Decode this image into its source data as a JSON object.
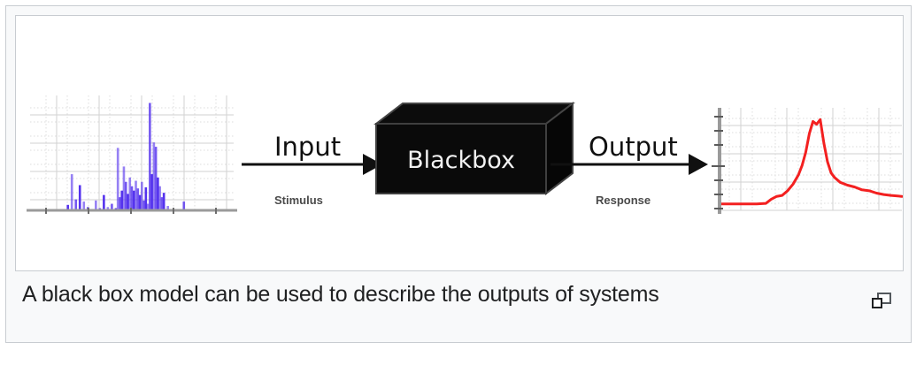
{
  "figure": {
    "caption": "A black box model can be used to describe the outputs of systems",
    "magnify_icon": "enlarge-icon",
    "box_label": "Blackbox",
    "input_label": "Input",
    "input_sublabel": "Stimulus",
    "output_label": "Output",
    "output_sublabel": "Response",
    "colors": {
      "box_fill": "#0a0a0a",
      "box_edge": "#3a3a3a",
      "box_text": "#f2f2f2",
      "arrow": "#101010",
      "sublabel": "#4a4a4a",
      "input_series": "#5533ee",
      "output_series": "#f32020",
      "grid_major": "#d6d6d6",
      "grid_minor": "#dcdcdc",
      "axis": "#8a8a8a",
      "frame_border": "#c8ccd1",
      "caption_bg": "#f8f9fa",
      "caption_text": "#202122"
    }
  },
  "chart_data": [
    {
      "type": "bar",
      "name": "input-stimulus-spectrum",
      "title": "",
      "xlabel": "",
      "ylabel": "",
      "grid": true,
      "legend": "none",
      "xlim": [
        0,
        100
      ],
      "ylim": [
        0,
        1
      ],
      "categories": [
        8,
        10,
        12,
        14,
        16,
        18,
        20,
        22,
        24,
        26,
        28,
        30,
        32,
        34,
        36,
        38,
        40,
        42,
        43,
        44,
        45,
        46,
        47,
        48,
        49,
        50,
        51,
        52,
        53,
        54,
        55,
        56,
        57,
        58,
        59,
        60,
        61,
        62,
        63,
        64,
        65,
        66,
        68,
        70,
        72,
        74,
        76,
        78,
        80,
        84,
        88,
        92
      ],
      "values": [
        0.0,
        0.0,
        0.0,
        0.0,
        0.0,
        0.05,
        0.33,
        0.1,
        0.23,
        0.08,
        0.03,
        0.0,
        0.09,
        0.02,
        0.14,
        0.03,
        0.06,
        0.02,
        0.57,
        0.12,
        0.18,
        0.4,
        0.26,
        0.15,
        0.3,
        0.22,
        0.18,
        0.27,
        0.2,
        0.14,
        0.26,
        0.09,
        0.21,
        0.06,
        0.98,
        0.33,
        0.62,
        0.58,
        0.3,
        0.22,
        0.12,
        0.16,
        0.04,
        0.0,
        0.0,
        0.0,
        0.08,
        0.0,
        0.0,
        0.0,
        0.0,
        0.0
      ]
    },
    {
      "type": "line",
      "name": "output-response-resonance",
      "title": "",
      "xlabel": "",
      "ylabel": "",
      "grid": true,
      "legend": "none",
      "xlim": [
        0,
        100
      ],
      "ylim": [
        0,
        1
      ],
      "x": [
        0,
        5,
        10,
        15,
        20,
        25,
        28,
        31,
        34,
        37,
        40,
        43,
        45,
        47,
        49,
        51,
        53,
        55,
        57,
        59,
        61,
        63,
        66,
        70,
        74,
        78,
        82,
        86,
        90,
        94,
        100
      ],
      "y": [
        0.05,
        0.05,
        0.05,
        0.05,
        0.05,
        0.055,
        0.1,
        0.13,
        0.14,
        0.19,
        0.26,
        0.36,
        0.46,
        0.6,
        0.8,
        0.93,
        0.9,
        0.95,
        0.7,
        0.5,
        0.38,
        0.33,
        0.28,
        0.25,
        0.23,
        0.2,
        0.19,
        0.165,
        0.15,
        0.14,
        0.13
      ]
    }
  ]
}
